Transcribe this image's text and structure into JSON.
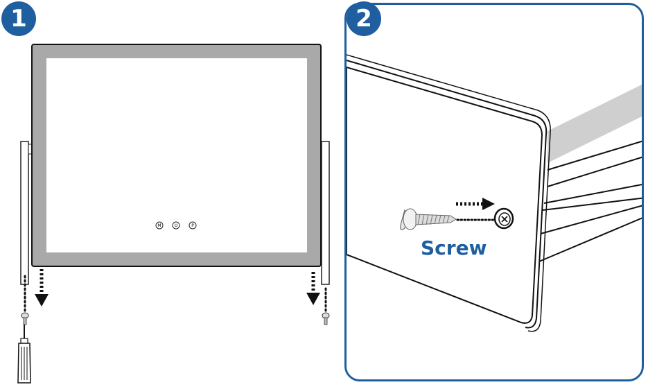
{
  "colors": {
    "accent": "#1f5fa0",
    "frame": "#a9a9a9",
    "stripe": "#cfcfcf"
  },
  "step1": {
    "number": "1",
    "buttons": [
      {
        "icon": "m-button-icon",
        "glyph": "M"
      },
      {
        "icon": "power-button-icon",
        "glyph": "⏻"
      },
      {
        "icon": "p-button-icon",
        "glyph": "P"
      }
    ]
  },
  "step2": {
    "number": "2",
    "label": "Screw"
  },
  "icons": [
    "screwdriver-icon",
    "screw-icon",
    "down-arrow-icon",
    "right-arrow-icon",
    "screw-hole-icon"
  ]
}
